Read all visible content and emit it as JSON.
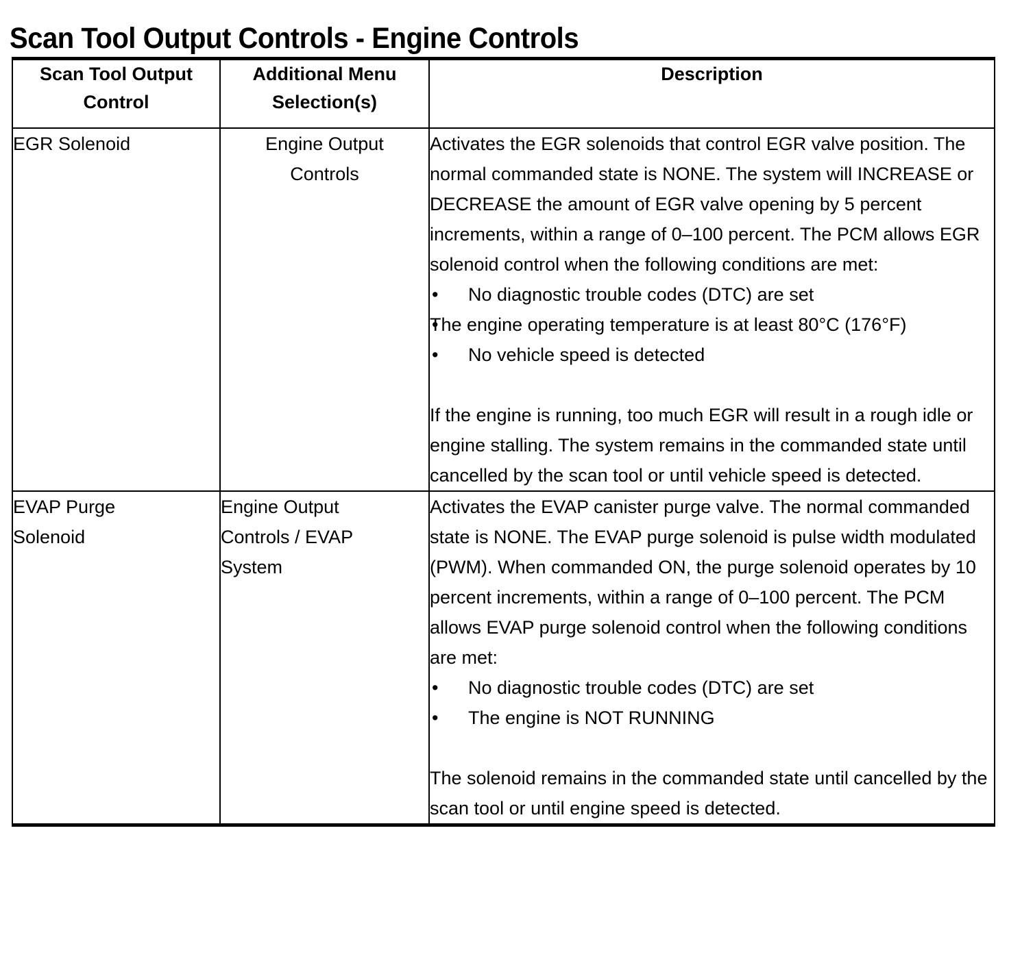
{
  "document": {
    "title": "Scan Tool Output Controls - Engine Controls"
  },
  "table": {
    "headers": {
      "col1_line1": "Scan Tool Output",
      "col1_line2": "Control",
      "col2_line1": "Additional Menu",
      "col2_line2": "Selection(s)",
      "col3": "Description"
    },
    "rows": [
      {
        "control": "EGR Solenoid",
        "menu_line1": "Engine Output",
        "menu_line2": "Controls",
        "description": {
          "intro": "Activates the EGR solenoids that control EGR valve position. The normal commanded state is NONE. The system will INCREASE or DECREASE the amount of EGR valve opening by 5 percent increments, within a range of 0–100 percent. The PCM allows EGR solenoid control when the following conditions are met:",
          "bullets": [
            "No diagnostic trouble codes (DTC) are set",
            "The engine operating temperature is at least 80°C (176°F)",
            "No vehicle speed is detected"
          ],
          "outro": " If the engine is running, too much EGR will result in a rough idle or engine stalling. The system remains in the commanded state until cancelled by the scan tool or until vehicle speed is detected."
        }
      },
      {
        "control_line1": "EVAP Purge",
        "control_line2": "Solenoid",
        "menu_line1": "Engine Output",
        "menu_line2": "Controls / EVAP",
        "menu_line3": "System",
        "description": {
          "intro": "Activates the EVAP canister purge valve. The normal commanded state is NONE. The EVAP purge solenoid is pulse width modulated (PWM). When commanded ON, the purge solenoid operates by 10 percent increments, within a range of 0–100 percent. The PCM allows EVAP purge solenoid control when the following conditions are met:",
          "bullets": [
            "No diagnostic trouble codes (DTC) are set",
            "The engine is NOT RUNNING"
          ],
          "outro": " The solenoid remains in the commanded state until cancelled by the scan tool or until engine speed is detected."
        }
      }
    ],
    "bullet_glyph": "•"
  },
  "colors": {
    "border": "#000000",
    "text": "#000000",
    "background": "#ffffff"
  }
}
